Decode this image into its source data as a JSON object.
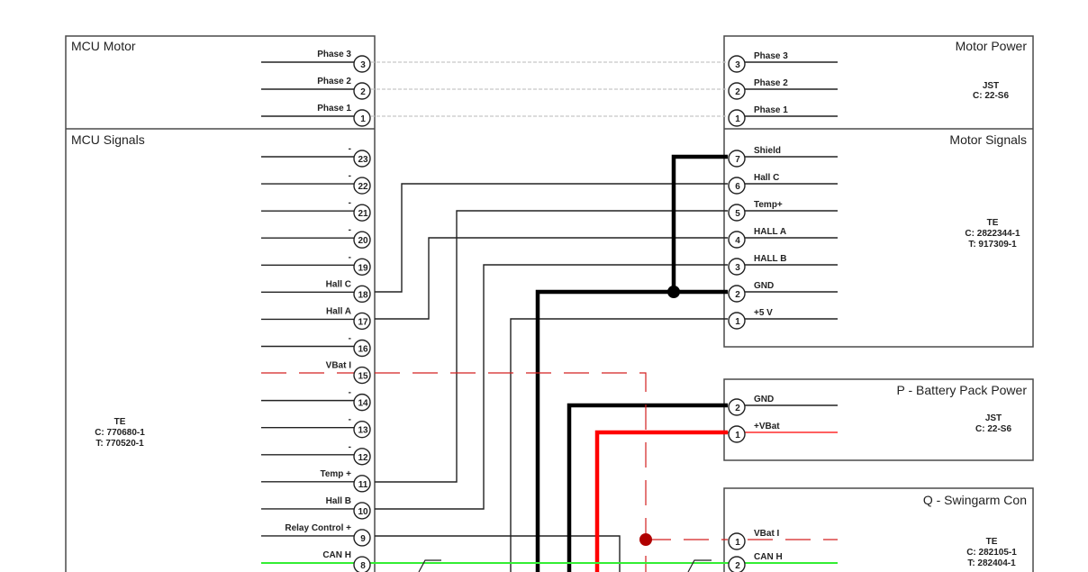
{
  "blocks": {
    "mcu_motor": {
      "title": "MCU Motor",
      "pins": [
        {
          "num": "3",
          "label": "Phase 3"
        },
        {
          "num": "2",
          "label": "Phase 2"
        },
        {
          "num": "1",
          "label": "Phase 1"
        }
      ]
    },
    "mcu_signals": {
      "title": "MCU Signals",
      "manufacturer": "TE",
      "connector": "C: 770680-1",
      "terminal": "T: 770520-1",
      "pins": [
        {
          "num": "23",
          "label": "-"
        },
        {
          "num": "22",
          "label": "-"
        },
        {
          "num": "21",
          "label": "-"
        },
        {
          "num": "20",
          "label": "-"
        },
        {
          "num": "19",
          "label": "-"
        },
        {
          "num": "18",
          "label": "Hall C"
        },
        {
          "num": "17",
          "label": "Hall A"
        },
        {
          "num": "16",
          "label": "-"
        },
        {
          "num": "15",
          "label": "VBat I"
        },
        {
          "num": "14",
          "label": "-"
        },
        {
          "num": "13",
          "label": "-"
        },
        {
          "num": "12",
          "label": "-"
        },
        {
          "num": "11",
          "label": "Temp +"
        },
        {
          "num": "10",
          "label": "Hall B"
        },
        {
          "num": "9",
          "label": "Relay Control +"
        },
        {
          "num": "8",
          "label": "CAN H"
        }
      ]
    },
    "motor_power": {
      "title": "Motor Power",
      "manufacturer": "JST",
      "connector": "C: 22-S6",
      "pins": [
        {
          "num": "3",
          "label": "Phase 3"
        },
        {
          "num": "2",
          "label": "Phase 2"
        },
        {
          "num": "1",
          "label": "Phase 1"
        }
      ]
    },
    "motor_signals": {
      "title": "Motor Signals",
      "manufacturer": "TE",
      "connector": "C: 2822344-1",
      "terminal": "T: 917309-1",
      "pins": [
        {
          "num": "7",
          "label": "Shield"
        },
        {
          "num": "6",
          "label": "Hall C"
        },
        {
          "num": "5",
          "label": "Temp+"
        },
        {
          "num": "4",
          "label": "HALL A"
        },
        {
          "num": "3",
          "label": "HALL B"
        },
        {
          "num": "2",
          "label": "GND"
        },
        {
          "num": "1",
          "label": "+5 V"
        }
      ]
    },
    "battery_pack": {
      "title": "P - Battery Pack Power",
      "manufacturer": "JST",
      "connector": "C: 22-S6",
      "pins": [
        {
          "num": "2",
          "label": "GND"
        },
        {
          "num": "1",
          "label": "+VBat"
        }
      ]
    },
    "swingarm": {
      "title": "Q - Swingarm Con",
      "manufacturer": "TE",
      "connector": "C: 282105-1",
      "terminal": "T: 282404-1",
      "pins": [
        {
          "num": "1",
          "label": "VBat I"
        },
        {
          "num": "2",
          "label": "CAN H"
        }
      ]
    }
  },
  "colors": {
    "wire": "#222222",
    "power": "#ff0000",
    "sense": "#d32020",
    "can": "#33ee33",
    "phase": "#c8c8c8",
    "junction_black": "#000000",
    "junction_red": "#b00000"
  }
}
